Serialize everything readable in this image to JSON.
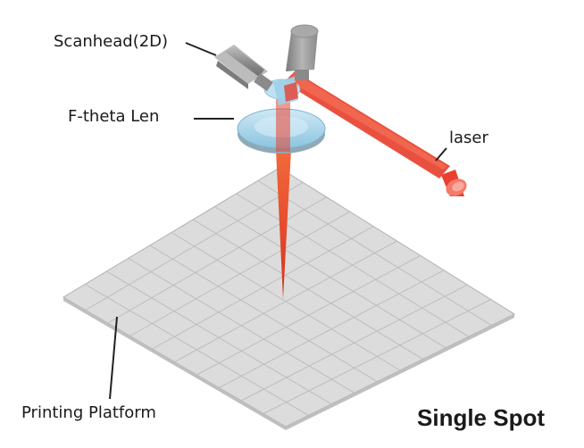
{
  "labels": {
    "scanhead": "Scanhead(2D)",
    "f_theta_lens": "F-theta Len",
    "laser": "laser",
    "printing_platform": "Printing Platform",
    "mode": "Single Spot"
  },
  "colors": {
    "platform_fill": "#dcdcdc",
    "platform_grid": "#bdbdbd",
    "laser_beam": "#e8412f",
    "lens": "#a8d4ea",
    "scanhead_body": "#9a9a9a",
    "text": "#1a1a1a"
  },
  "platform": {
    "grid_divisions": 10
  }
}
